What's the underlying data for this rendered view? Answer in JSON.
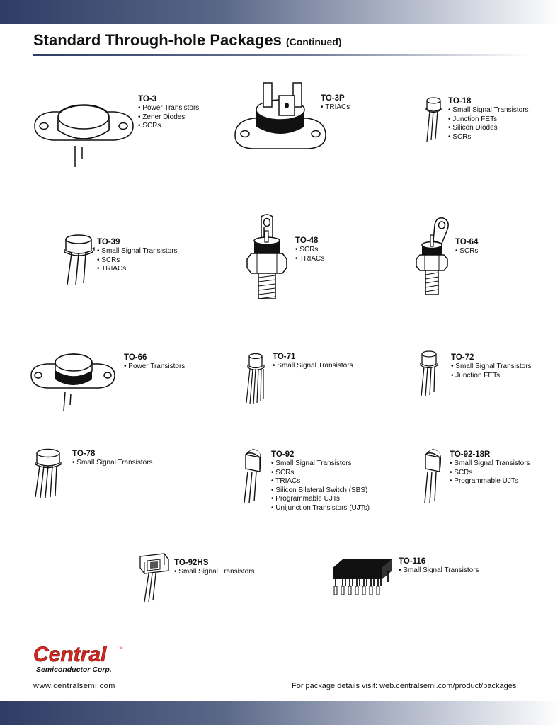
{
  "header": {
    "title": "Standard Through-hole Packages",
    "subtitle": "(Continued)"
  },
  "packages": [
    {
      "name": "TO-3",
      "uses": [
        "Power Transistors",
        "Zener Diodes",
        "SCRs"
      ]
    },
    {
      "name": "TO-3P",
      "uses": [
        "TRIACs"
      ]
    },
    {
      "name": "TO-18",
      "uses": [
        "Small Signal Transistors",
        "Junction FETs",
        "Silicon Diodes",
        "SCRs"
      ]
    },
    {
      "name": "TO-39",
      "uses": [
        "Small Signal Transistors",
        "SCRs",
        "TRIACs"
      ]
    },
    {
      "name": "TO-48",
      "uses": [
        "SCRs",
        "TRIACs"
      ]
    },
    {
      "name": "TO-64",
      "uses": [
        "SCRs"
      ]
    },
    {
      "name": "TO-66",
      "uses": [
        "Power Transistors"
      ]
    },
    {
      "name": "TO-71",
      "uses": [
        "Small Signal Transistors"
      ]
    },
    {
      "name": "TO-72",
      "uses": [
        "Small Signal Transistors",
        "Junction FETs"
      ]
    },
    {
      "name": "TO-78",
      "uses": [
        "Small Signal Transistors"
      ]
    },
    {
      "name": "TO-92",
      "uses": [
        "Small Signal Transistors",
        "SCRs",
        "TRIACs",
        "Silicon Bilateral Switch (SBS)",
        "Programmable UJTs",
        "Unijunction Transistors (UJTs)"
      ]
    },
    {
      "name": "TO-92-18R",
      "uses": [
        "Small Signal Transistors",
        "SCRs",
        "Programmable UJTs"
      ]
    },
    {
      "name": "TO-92HS",
      "uses": [
        "Small Signal Transistors"
      ]
    },
    {
      "name": "TO-116",
      "uses": [
        "Small Signal Transistors"
      ]
    }
  ],
  "logo": {
    "name": "Central",
    "tagline": "Semiconductor Corp.",
    "trademark": "TM",
    "color": "#d7261e"
  },
  "footer": {
    "website": "www.centralsemi.com",
    "details": "For package details visit: web.centralsemi.com/product/packages"
  }
}
